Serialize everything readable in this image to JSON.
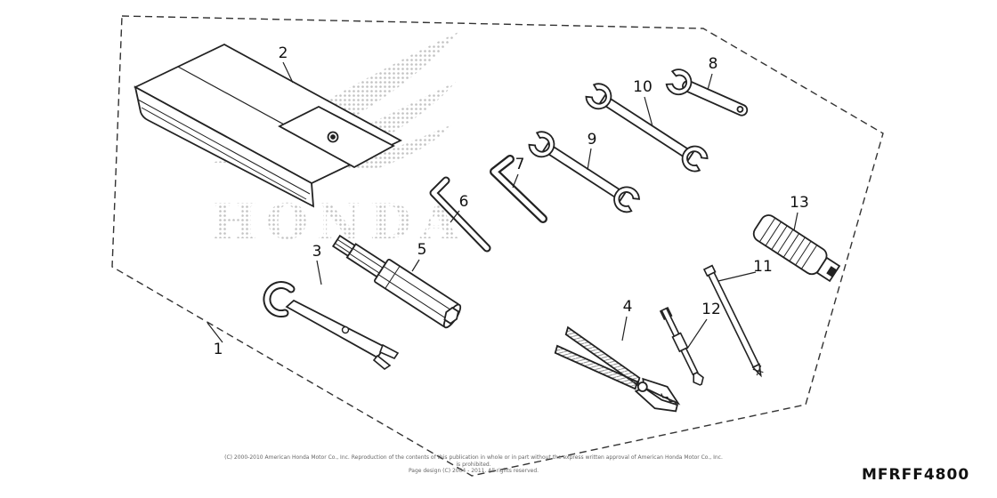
{
  "diagram": {
    "code": "MFRFF4800",
    "watermark": "HONDA",
    "footer": {
      "line1": "(C) 2000-2010 American Honda Motor Co., Inc. Reproduction of the contents of this publication in whole or in part without the express written approval of American Honda Motor Co., Inc. is prohibited.",
      "line2": "Page design (C) 2004 - 2011. All rights reserved."
    },
    "colors": {
      "line": "#222222",
      "watermark_dot": "#b8b8b8",
      "background": "#ffffff"
    }
  },
  "labels": [
    "1",
    "2",
    "3",
    "4",
    "5",
    "6",
    "7",
    "8",
    "9",
    "10",
    "11",
    "12",
    "13"
  ],
  "tools": [
    {
      "ref": "1",
      "icon": "tool-kit-frame-icon"
    },
    {
      "ref": "2",
      "icon": "tool-bag-icon"
    },
    {
      "ref": "3",
      "icon": "hook-wrench-icon"
    },
    {
      "ref": "4",
      "icon": "pliers-icon"
    },
    {
      "ref": "5",
      "icon": "spark-plug-wrench-icon"
    },
    {
      "ref": "6",
      "icon": "hex-key-small-icon"
    },
    {
      "ref": "7",
      "icon": "hex-key-large-icon"
    },
    {
      "ref": "8",
      "icon": "flat-open-end-wrench-icon"
    },
    {
      "ref": "9",
      "icon": "open-end-wrench-icon"
    },
    {
      "ref": "10",
      "icon": "open-end-wrench-large-icon"
    },
    {
      "ref": "11",
      "icon": "screwdriver-shaft-icon"
    },
    {
      "ref": "12",
      "icon": "screwdriver-bit-icon"
    },
    {
      "ref": "13",
      "icon": "screwdriver-handle-icon"
    }
  ]
}
